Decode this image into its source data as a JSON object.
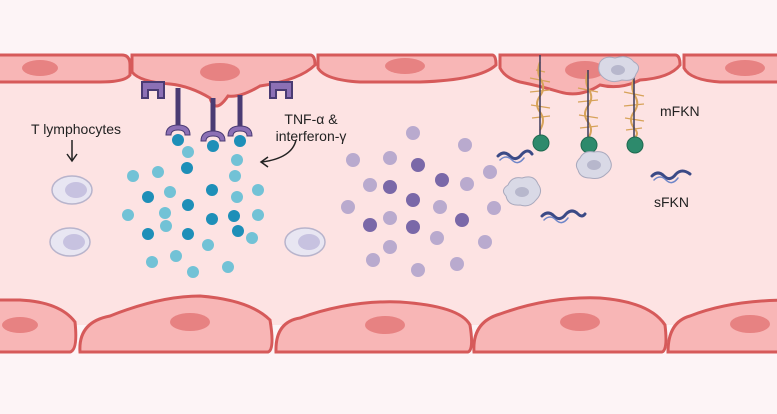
{
  "labels": {
    "t_lymphocytes": "T lymphocytes",
    "cytokines_line1": "TNF-α &",
    "cytokines_line2": "interferon-γ",
    "mfkn": "mFKN",
    "sfkn": "sFKN"
  },
  "colors": {
    "background": "#fdf4f6",
    "lumen": "#fde3e3",
    "endothelial_cell": "#f8b6b6",
    "endothelial_border": "#d65a5a",
    "nucleus": "#e78282",
    "cytokine_dark": "#1e8fb8",
    "cytokine_light": "#72c2d6",
    "chemokine_dark": "#7a68a8",
    "chemokine_light": "#b9aace",
    "receptor": "#4a3b73",
    "receptor_cup": "#8c70b5",
    "mucin_stalk": "#d7a35a",
    "chemokine_head": "#2d8a6c",
    "sfkn_strand": "#3b4a86",
    "t_cell": "#e8e6f2",
    "t_cell_nucleus": "#c7c2e0",
    "macrophage": "#d9d9e6"
  }
}
